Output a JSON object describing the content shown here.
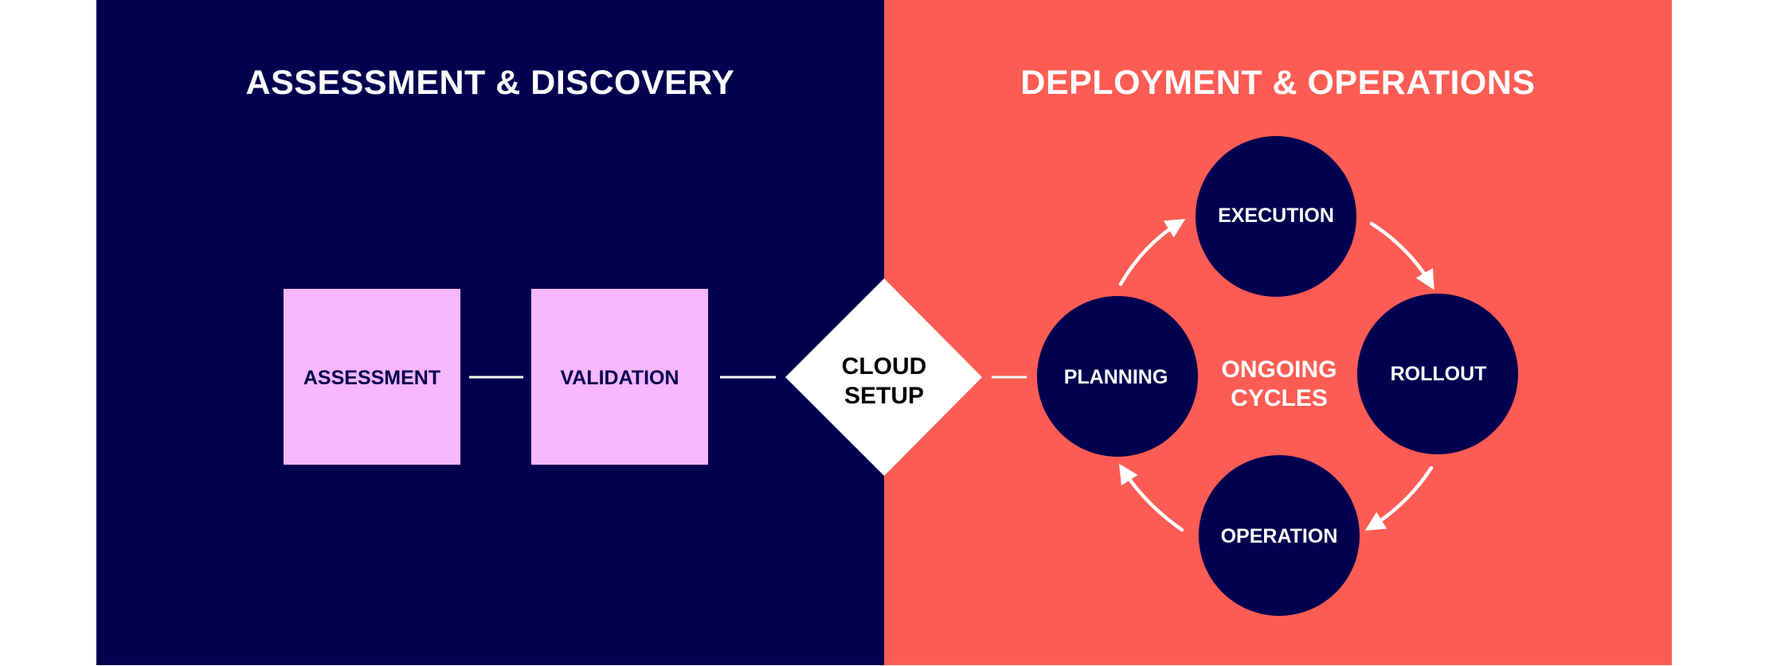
{
  "colors": {
    "left_panel_bg": "#00004f",
    "right_panel_bg": "#fd5c54",
    "box_fill": "#f8b6fc",
    "box_text": "#00004f",
    "diamond_fill": "#ffffff",
    "diamond_text": "#000000",
    "circle_fill": "#00004f",
    "circle_text": "#ffffff",
    "connector": "#ffffff"
  },
  "left_panel": {
    "title": "ASSESSMENT & DISCOVERY",
    "steps": [
      {
        "label": "ASSESSMENT",
        "shape": "square"
      },
      {
        "label": "VALIDATION",
        "shape": "square"
      }
    ]
  },
  "bridge": {
    "label_line1": "CLOUD",
    "label_line2": "SETUP",
    "shape": "diamond"
  },
  "right_panel": {
    "title": "DEPLOYMENT & OPERATIONS",
    "cycle_center_line1": "ONGOING",
    "cycle_center_line2": "CYCLES",
    "cycle": [
      {
        "label": "PLANNING",
        "position": "left"
      },
      {
        "label": "EXECUTION",
        "position": "top"
      },
      {
        "label": "ROLLOUT",
        "position": "right"
      },
      {
        "label": "OPERATION",
        "position": "bottom"
      }
    ],
    "cycle_direction": "clockwise"
  },
  "flow": [
    "ASSESSMENT",
    "VALIDATION",
    "CLOUD SETUP",
    "PLANNING"
  ]
}
